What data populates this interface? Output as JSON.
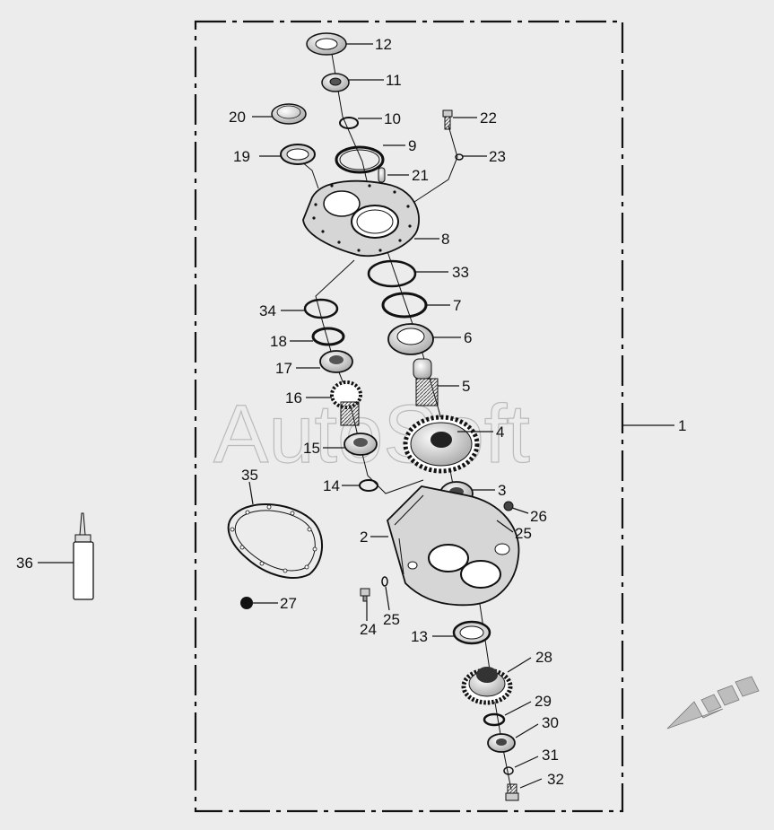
{
  "watermark": "AutoSoft",
  "assembly_callout": "1",
  "callouts": [
    "2",
    "3",
    "4",
    "5",
    "6",
    "7",
    "8",
    "9",
    "10",
    "11",
    "12",
    "13",
    "14",
    "15",
    "16",
    "17",
    "18",
    "19",
    "20",
    "21",
    "22",
    "23",
    "24",
    "25",
    "25",
    "26",
    "27",
    "28",
    "29",
    "30",
    "31",
    "32",
    "33",
    "34",
    "35",
    "36"
  ],
  "colors": {
    "background": "#ececec",
    "line": "#111111",
    "part_fill": "#d6d6d6",
    "nav_arrow": "#bdbdbd"
  },
  "icons": {
    "navigation": "next-page-arrow-icon"
  }
}
